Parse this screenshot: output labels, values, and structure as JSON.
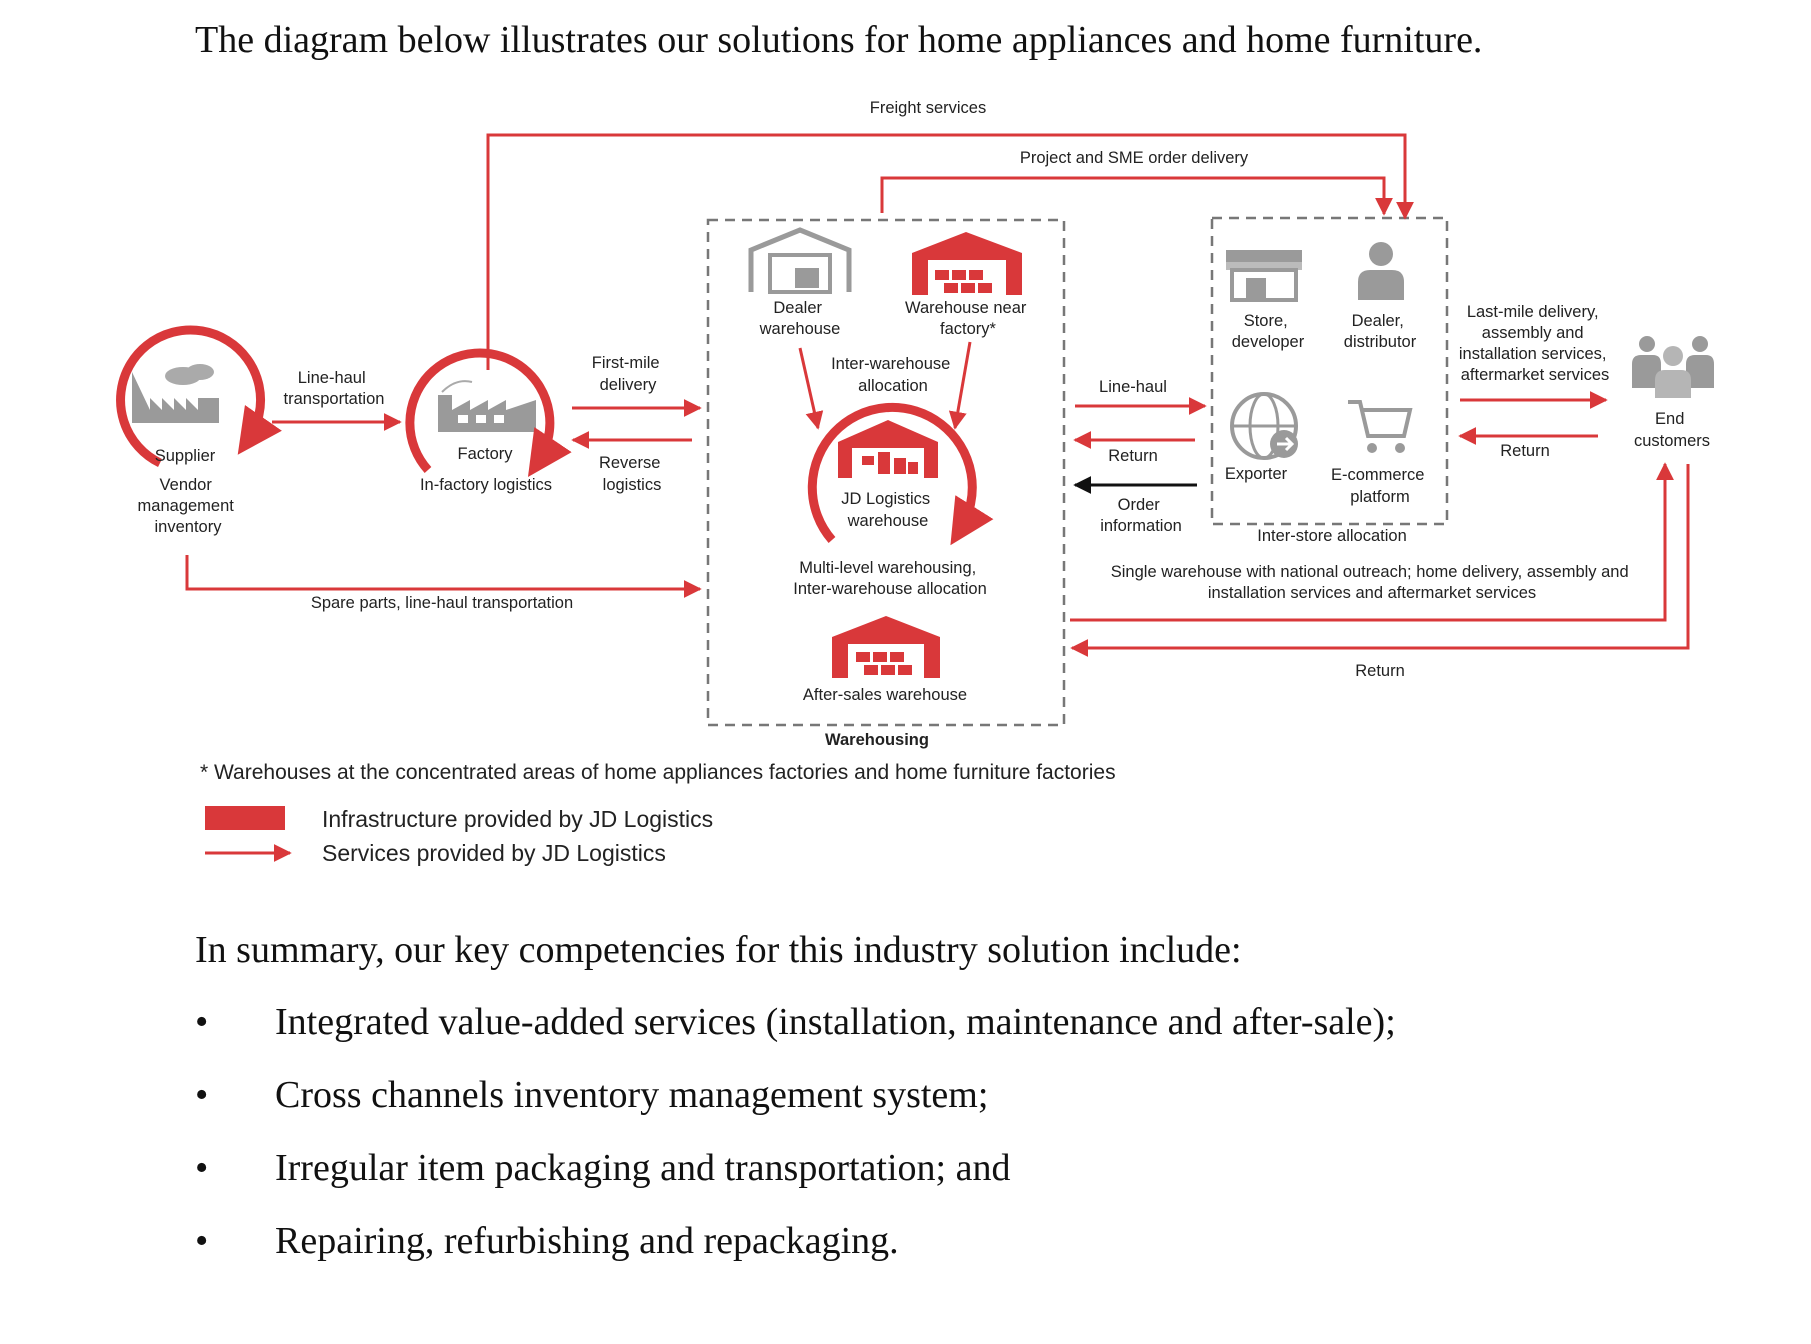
{
  "intro_text": "The diagram below illustrates our solutions for home appliances and home furniture.",
  "diagram": {
    "freight_services": "Freight services",
    "project_sme_delivery": "Project and SME order delivery",
    "supplier": "Supplier",
    "vendor_inventory": [
      "Vendor",
      "management",
      "inventory"
    ],
    "line_haul_transportation": [
      "Line-haul",
      "transportation"
    ],
    "factory": "Factory",
    "in_factory_logistics": "In-factory logistics",
    "first_mile_delivery": [
      "First-mile",
      "delivery"
    ],
    "reverse_logistics": [
      "Reverse",
      "logistics"
    ],
    "spare_parts": "Spare parts, line-haul transportation",
    "dealer_warehouse": [
      "Dealer",
      "warehouse"
    ],
    "warehouse_near_factory": [
      "Warehouse near",
      "factory*"
    ],
    "inter_warehouse_allocation": [
      "Inter-warehouse",
      "allocation"
    ],
    "jd_warehouse": [
      "JD Logistics",
      "warehouse"
    ],
    "multi_level": [
      "Multi-level warehousing,",
      "Inter-warehouse allocation"
    ],
    "after_sales_warehouse": "After-sales warehouse",
    "warehousing": "Warehousing",
    "line_haul": "Line-haul",
    "return": "Return",
    "order_information": [
      "Order",
      "information"
    ],
    "store_developer": [
      "Store,",
      "developer"
    ],
    "dealer_distributor": [
      "Dealer,",
      "distributor"
    ],
    "exporter": "Exporter",
    "ecommerce_platform": [
      "E-commerce",
      "platform"
    ],
    "inter_store_allocation": "Inter-store allocation",
    "last_mile": [
      "Last-mile delivery,",
      "assembly and",
      "installation services,",
      "aftermarket services"
    ],
    "end_customers": [
      "End",
      "customers"
    ],
    "single_warehouse": [
      "Single warehouse with national outreach; home delivery, assembly and",
      "installation services and aftermarket services"
    ],
    "footnote": "* Warehouses at the concentrated areas of home appliances factories and home furniture factories",
    "legend_infrastructure": "Infrastructure provided by JD Logistics",
    "legend_services": "Services provided by JD Logistics",
    "colors": {
      "accent": "#d9383a",
      "icon_grey": "#9a9a9a",
      "dash": "#777777"
    }
  },
  "summary_text": "In summary, our key competencies for this industry solution include:",
  "bullets": [
    "Integrated value-added services (installation, maintenance and after-sale);",
    "Cross channels inventory management system;",
    "Irregular item packaging and transportation; and",
    "Repairing, refurbishing and repackaging."
  ],
  "bullet_symbol": "•"
}
